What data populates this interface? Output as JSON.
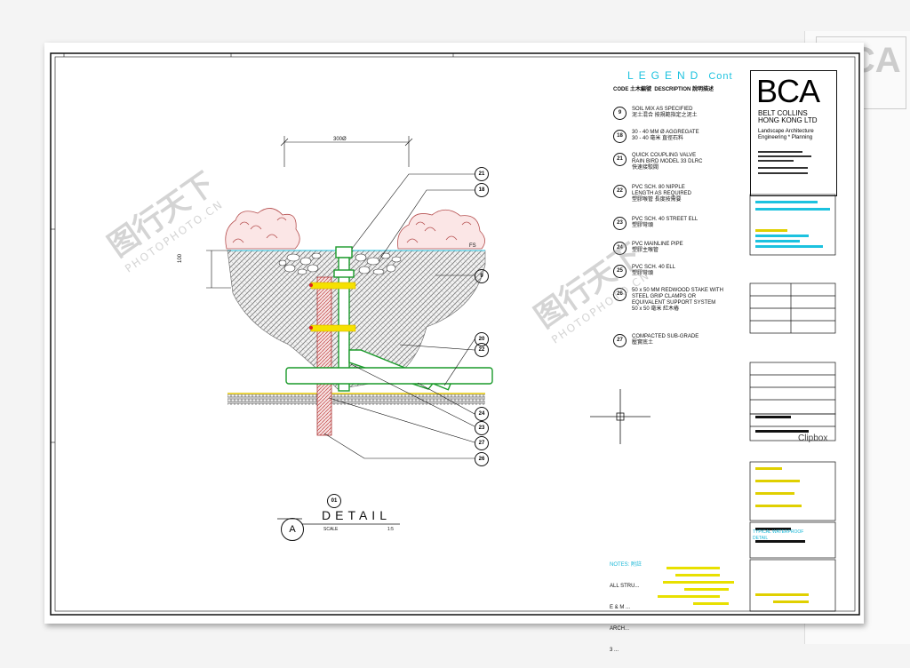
{
  "legend": {
    "title": "LEGEND",
    "title_suffix": "Cont",
    "header_code": "CODE 土木編號",
    "header_desc": "DESCRIPTION 說明描述",
    "items": [
      {
        "code": "9",
        "lines": [
          "SOIL MIX AS SPECIFIED",
          "泥土混合 按規範指定之泥土"
        ]
      },
      {
        "code": "18",
        "lines": [
          "30 - 40 MM Ø AGGREGATE",
          "30 - 40 毫米 直徑石料"
        ]
      },
      {
        "code": "21",
        "lines": [
          "QUICK COUPLING VALVE",
          "RAIN BIRD MODEL 33 DLRC",
          "快速接駁閥"
        ]
      },
      {
        "code": "22",
        "lines": [
          "PVC SCH. 80 NIPPLE",
          "LENGTH AS REQUIRED",
          "塑膠喉管 長度按需要"
        ]
      },
      {
        "code": "23",
        "lines": [
          "PVC SCH. 40 STREET ELL",
          "塑膠彎頭"
        ]
      },
      {
        "code": "24",
        "lines": [
          "PVC MAINLINE PIPE",
          "塑膠主喉管"
        ]
      },
      {
        "code": "25",
        "lines": [
          "PVC SCH. 40 ELL",
          "塑膠彎頭"
        ]
      },
      {
        "code": "26",
        "lines": [
          "50 x 50 MM REDWOOD STAKE WITH",
          "STEEL GRIP CLAMPS OR",
          "EQUIVALENT SUPPORT SYSTEM",
          "50 x 50 毫米 紅木樁"
        ]
      },
      {
        "code": "27",
        "lines": [
          "COMPACTED SUB-GRADE",
          "壓實底土"
        ]
      }
    ]
  },
  "title_block": {
    "logo": "BCA",
    "company_lines": [
      "BELT COLLINS",
      "HONG KONG LTD"
    ],
    "discipline_lines": [
      "Landscape Architecture",
      "Engineering * Planning"
    ],
    "drawing_title_lines": [
      "TYPICAL WATERPROOF",
      "DETAIL"
    ]
  },
  "drawing": {
    "dimension_top": "300Ø",
    "dimension_side": "100",
    "label_fs": "FS",
    "callouts_top": [
      "21",
      "18",
      "9"
    ],
    "callouts_right": [
      "22",
      "20"
    ],
    "callouts_bottom": [
      "24",
      "23",
      "27",
      "26"
    ],
    "detail_number": "01",
    "detail_letter": "A",
    "detail_title": "DETAIL",
    "scale_label": "SCALE",
    "scale_value": "1:5"
  },
  "notes": {
    "heading": "NOTES: 附註",
    "lines": [
      "ALL STRU...",
      "E & M ...",
      "ARCH...",
      "3 ..."
    ]
  },
  "overlay_text": "Clipbox",
  "watermarks": [
    {
      "cn": "图行天下",
      "en": "PHOTOPHOTO.CN"
    },
    {
      "cn": "图行天下",
      "en": "PHOTOPHOTO.CN"
    }
  ]
}
